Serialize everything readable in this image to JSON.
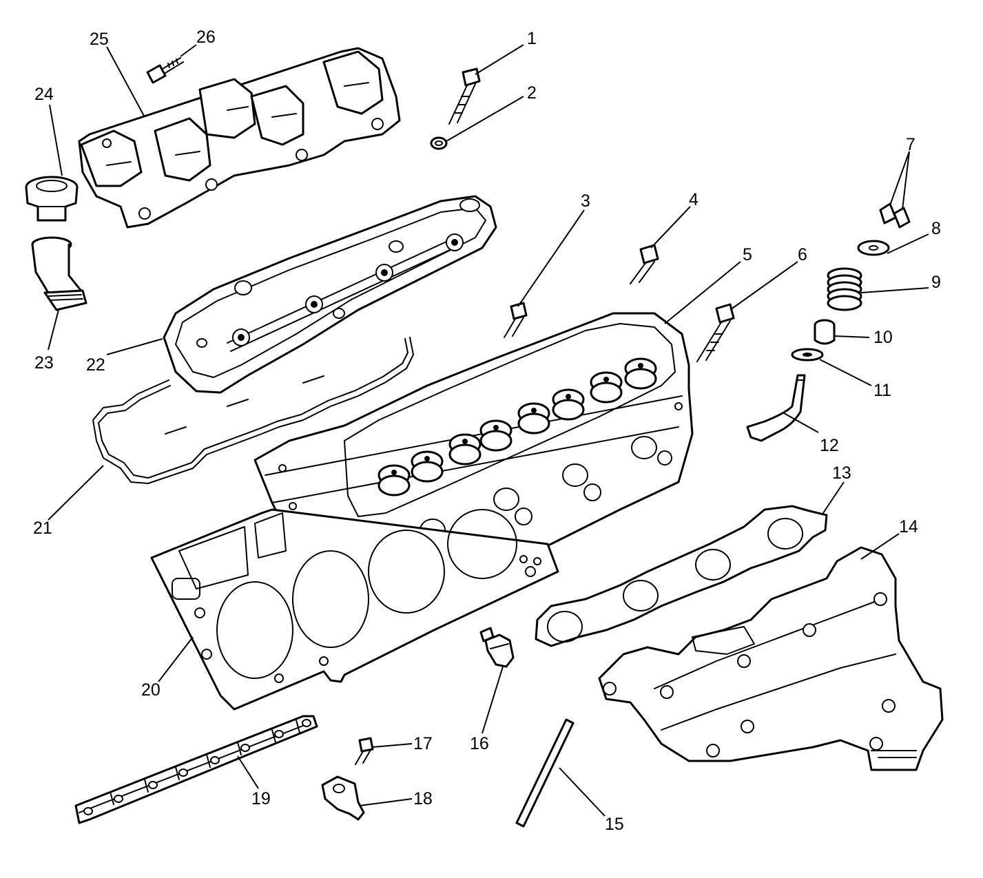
{
  "callouts": [
    {
      "id": "1",
      "label": "1"
    },
    {
      "id": "2",
      "label": "2"
    },
    {
      "id": "3",
      "label": "3"
    },
    {
      "id": "4",
      "label": "4"
    },
    {
      "id": "5",
      "label": "5"
    },
    {
      "id": "6",
      "label": "6"
    },
    {
      "id": "7",
      "label": "7"
    },
    {
      "id": "8",
      "label": "8"
    },
    {
      "id": "9",
      "label": "9"
    },
    {
      "id": "10",
      "label": "10"
    },
    {
      "id": "11",
      "label": "11"
    },
    {
      "id": "12",
      "label": "12"
    },
    {
      "id": "13",
      "label": "13"
    },
    {
      "id": "14",
      "label": "14"
    },
    {
      "id": "15",
      "label": "15"
    },
    {
      "id": "16",
      "label": "16"
    },
    {
      "id": "17",
      "label": "17"
    },
    {
      "id": "18",
      "label": "18"
    },
    {
      "id": "19",
      "label": "19"
    },
    {
      "id": "20",
      "label": "20"
    },
    {
      "id": "21",
      "label": "21"
    },
    {
      "id": "22",
      "label": "22"
    },
    {
      "id": "23",
      "label": "23"
    },
    {
      "id": "24",
      "label": "24"
    },
    {
      "id": "25",
      "label": "25"
    },
    {
      "id": "26",
      "label": "26"
    }
  ],
  "style": {
    "line_color": "#000000",
    "background": "#ffffff"
  }
}
